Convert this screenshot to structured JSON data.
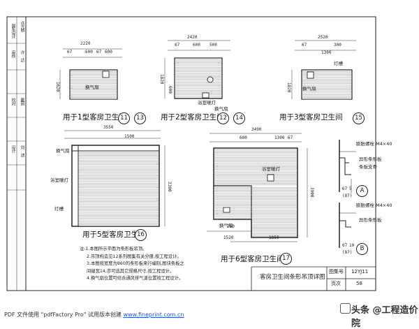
{
  "sidebar": {
    "cells": [
      "冀东设计",
      "许光朗",
      "审核",
      "许 达",
      "校对",
      "戴丽",
      "设计",
      "刘 迪"
    ]
  },
  "plans": {
    "p1": {
      "caption": "用于1型客房卫生间",
      "refs": [
        "11",
        "13"
      ],
      "dims": [
        "2220",
        "67",
        "600",
        "67",
        "600",
        "1620"
      ],
      "labels": [
        "换气扇"
      ]
    },
    "p2": {
      "caption": "用于2型客房卫生间",
      "refs": [
        "12",
        "14"
      ],
      "dims": [
        "2420",
        "67",
        "600",
        "500",
        "1820",
        "600"
      ],
      "labels": [
        "浴室暖灯",
        "换气扇"
      ]
    },
    "p3": {
      "caption": "用于3型客房卫生间",
      "refs": [
        "15"
      ],
      "dims": [
        "2520",
        "67",
        "300",
        "1300",
        "1820"
      ],
      "labels": [
        "灯槽",
        "换气扇"
      ]
    },
    "p5": {
      "caption": "用于5型客房卫生间",
      "refs": [
        "16"
      ],
      "dims": [
        "3550",
        "1500",
        "3300"
      ],
      "labels": [
        "换气扇",
        "浴室暖灯",
        "灯槽"
      ]
    },
    "p6": {
      "caption": "用于6型客房卫生间",
      "refs": [
        "17"
      ],
      "dims": [
        "3490",
        "600",
        "1300",
        "3900",
        "760",
        "1520",
        "1850",
        "67"
      ],
      "labels": [
        "浴室暖灯",
        "换气扇"
      ]
    }
  },
  "details": {
    "a": {
      "ref": "A",
      "labels": [
        "膨胀螺栓 M4×40",
        "异形条形板",
        "条板支骨"
      ],
      "dims": [
        "67",
        "5",
        "(87)"
      ]
    },
    "b": {
      "ref": "B",
      "labels": [
        "膨胀螺栓 M4×40",
        "异形条形板"
      ],
      "dims": [
        "67",
        "10",
        "(87)"
      ]
    }
  },
  "notes": [
    "注:1.本图所示平面为条形板吊顶。",
    "2.吊顶构造见12系列图集有关分册,按工程设计。",
    "3.本图按宽度为860的条形板来行编制,图块条板之",
    "间缝宽14,亦可选其它规格尺寸,按工程设计。",
    "4.换气扇位置可结合通风排气道位置按工程设计。"
  ],
  "title_block": {
    "title": "客房卫生间条形吊顶详图",
    "atlas_label": "图集号",
    "atlas_value": "12YJ11",
    "page_label": "页次",
    "page_value": "58"
  },
  "footer": {
    "pdf_text": "PDF 文件使用 \"pdfFactory Pro\" 试用版本创建",
    "link": "www.fineprint.com.cn"
  },
  "watermark": "头条 @工程造价院",
  "colors": {
    "ink": "#1a1a1a",
    "link": "#2b50c8"
  }
}
